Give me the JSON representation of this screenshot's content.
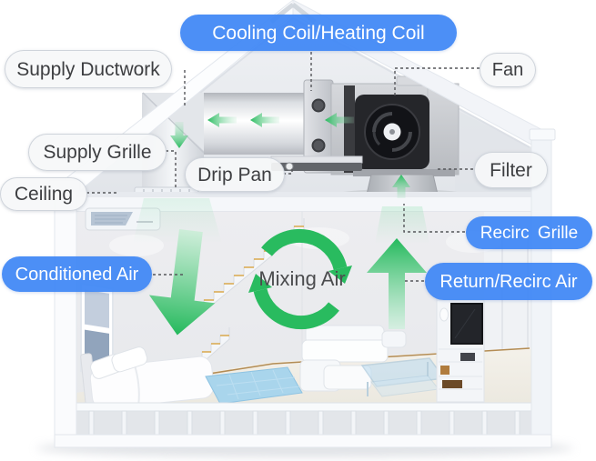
{
  "diagram": {
    "callouts": {
      "cooling_coil": "Cooling Coil/Heating Coil",
      "supply_ductwork": "Supply Ductwork",
      "fan": "Fan",
      "supply_grille": "Supply Grille",
      "drip_pan": "Drip Pan",
      "filter": "Filter",
      "ceiling": "Ceiling",
      "recirc_grille": "Recirc Grille",
      "conditioned_air": "Conditioned Air",
      "mixing_air": "Mixing Air",
      "return_recirc_air": "Return/Recirc Air"
    },
    "colors": {
      "callout_blue": "#3e86f5",
      "callout_gray_bg": "#f3f4f6",
      "callout_text_dark": "#3d3e41",
      "callout_text_light": "#ffffff",
      "airflow_green": "#29bb5f",
      "background": "#ffffff"
    }
  }
}
